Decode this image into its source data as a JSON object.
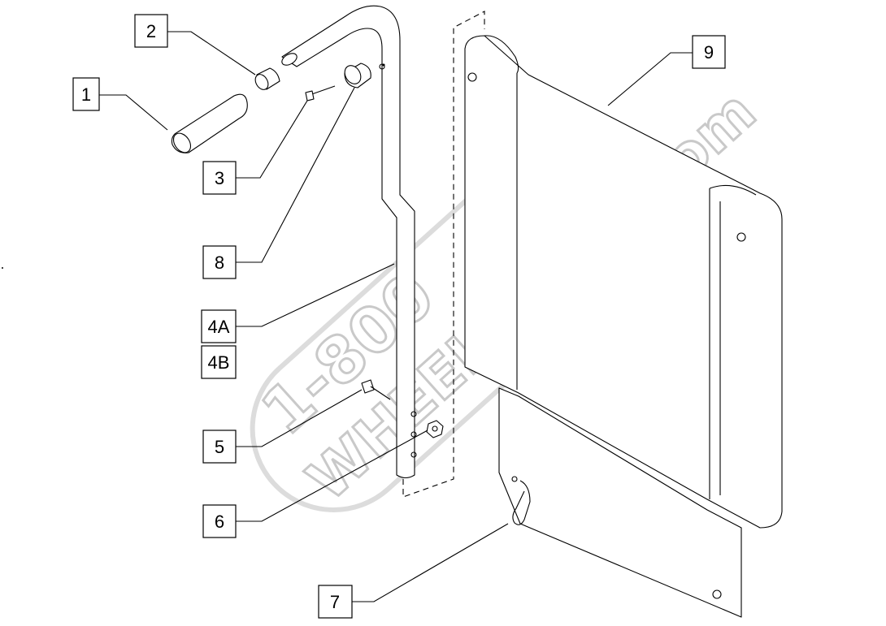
{
  "watermark": {
    "line1": "1-800",
    "line2": "WHEELCHAIR.com"
  },
  "callouts": [
    {
      "id": "1",
      "label": "1"
    },
    {
      "id": "2",
      "label": "2"
    },
    {
      "id": "3",
      "label": "3"
    },
    {
      "id": "8",
      "label": "8"
    },
    {
      "id": "4A",
      "label": "4A"
    },
    {
      "id": "4B",
      "label": "4B"
    },
    {
      "id": "5",
      "label": "5"
    },
    {
      "id": "6",
      "label": "6"
    },
    {
      "id": "7",
      "label": "7"
    },
    {
      "id": "9",
      "label": "9"
    }
  ]
}
